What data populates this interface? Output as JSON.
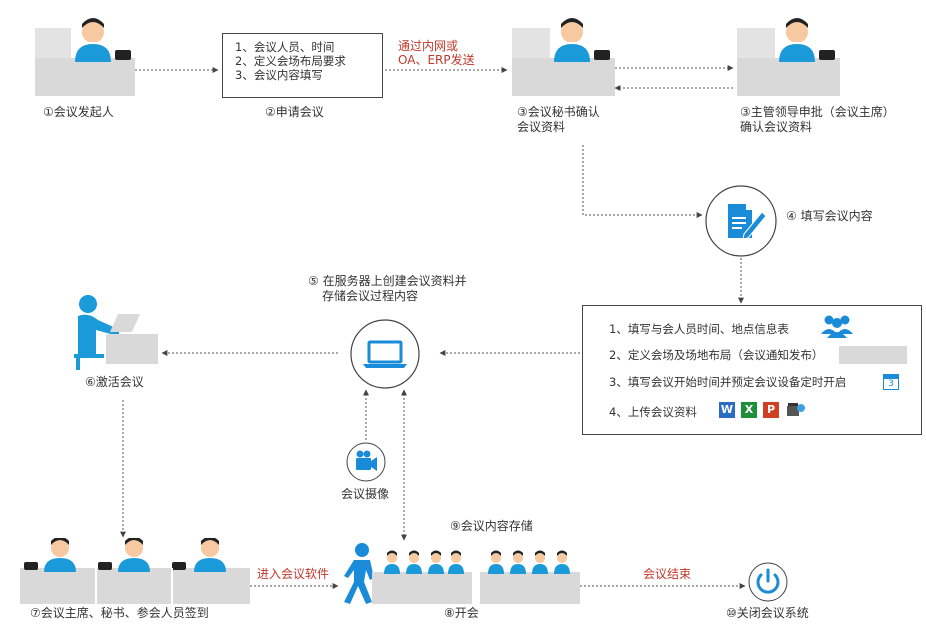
{
  "nodes": {
    "step1": "①会议发起人",
    "step2_label": "②申请会议",
    "step2_items": [
      "1、会议人员、时间",
      "2、定义会场布局要求",
      "3、会议内容填写"
    ],
    "channel": [
      "通过内网或",
      "OA、ERP发送"
    ],
    "step3a": [
      "③会议秘书确认",
      "会议资料"
    ],
    "step3b": [
      "③主管领导申批（会议主席）",
      "确认会议资料"
    ],
    "step4": "④ 填写会议内容",
    "step5": [
      "⑤ 在服务器上创建会议资料并",
      "存储会议过程内容"
    ],
    "step6": "⑥激活会议",
    "step7": "⑦会议主席、秘书、参会人员签到",
    "step8": "⑧开会",
    "step9": "⑨会议内容存储",
    "step10": "⑩关闭会议系统",
    "camera": "会议摄像",
    "enter_software": "进入会议软件",
    "meeting_end": "会议结束"
  },
  "detail_box": {
    "items": [
      "1、填写与会人员时间、地点信息表",
      "2、定义会场及场地布局（会议通知发布）",
      "3、填写会议开始时间并预定会议设备定时开启",
      "4、上传会议资料"
    ],
    "calendar_day": "3",
    "file_icons": [
      "W",
      "X",
      "P"
    ]
  },
  "colors": {
    "accent": "#1a8bd8",
    "person": "#1a9ad9",
    "desk": "#d9d9d9",
    "red_text": "#c0392b"
  }
}
